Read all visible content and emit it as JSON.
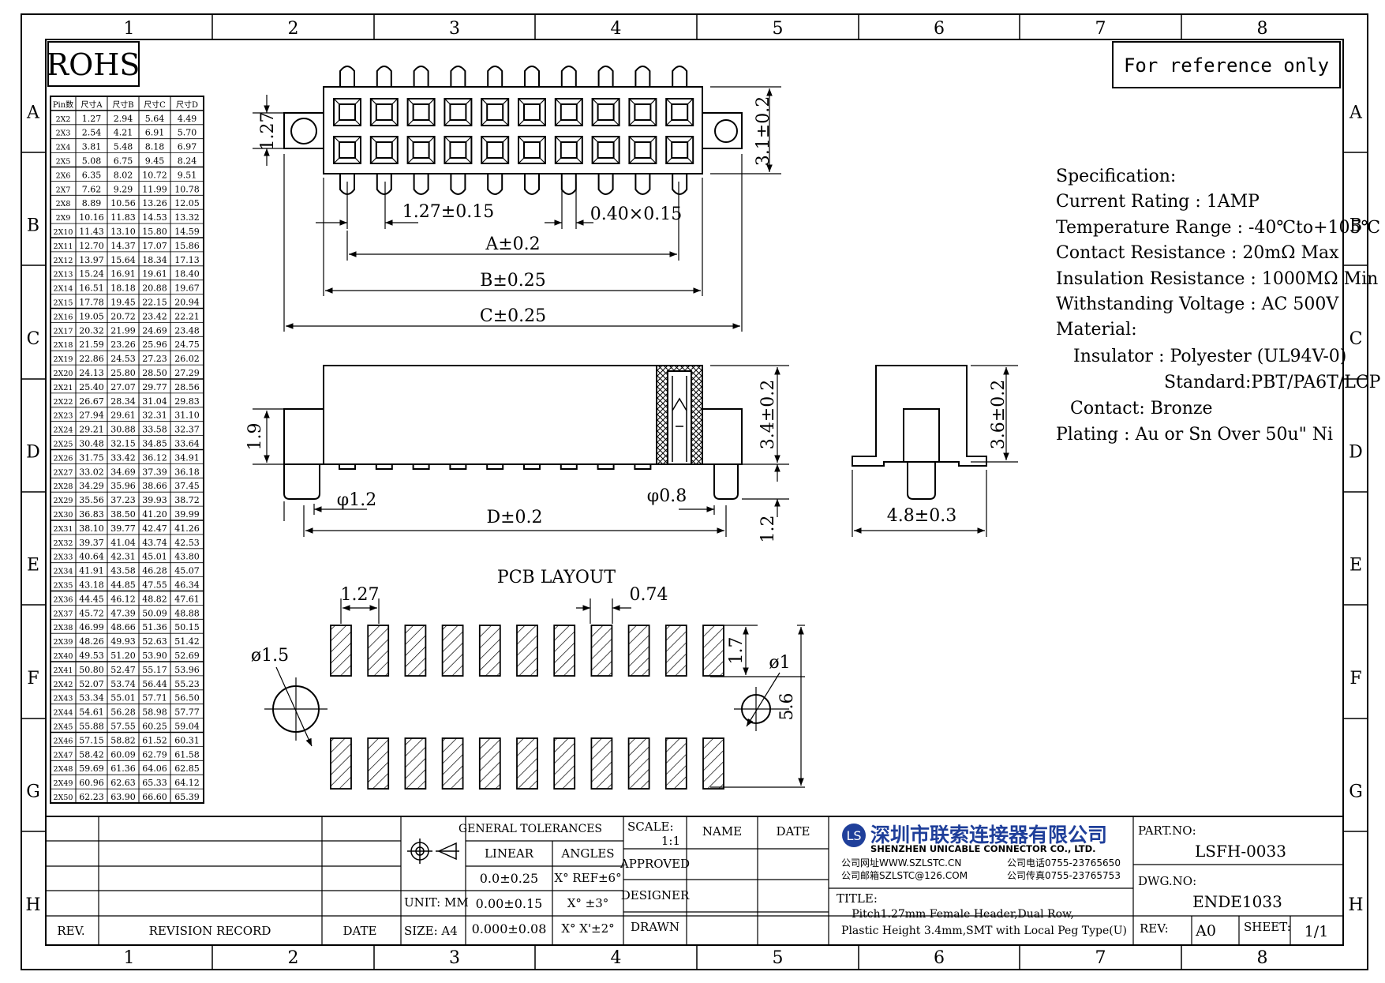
{
  "frame": {
    "columns": [
      "1",
      "2",
      "3",
      "4",
      "5",
      "6",
      "7",
      "8"
    ],
    "rows": [
      "A",
      "B",
      "C",
      "D",
      "E",
      "F",
      "G",
      "H"
    ]
  },
  "rohs": "ROHS",
  "reference_note": "For reference only",
  "pin_table": {
    "headers": [
      "Pin数",
      "尺寸A",
      "尺寸B",
      "尺寸C",
      "尺寸D"
    ],
    "rows": [
      [
        "2X2",
        "1.27",
        "2.94",
        "5.64",
        "4.49"
      ],
      [
        "2X3",
        "2.54",
        "4.21",
        "6.91",
        "5.70"
      ],
      [
        "2X4",
        "3.81",
        "5.48",
        "8.18",
        "6.97"
      ],
      [
        "2X5",
        "5.08",
        "6.75",
        "9.45",
        "8.24"
      ],
      [
        "2X6",
        "6.35",
        "8.02",
        "10.72",
        "9.51"
      ],
      [
        "2X7",
        "7.62",
        "9.29",
        "11.99",
        "10.78"
      ],
      [
        "2X8",
        "8.89",
        "10.56",
        "13.26",
        "12.05"
      ],
      [
        "2X9",
        "10.16",
        "11.83",
        "14.53",
        "13.32"
      ],
      [
        "2X10",
        "11.43",
        "13.10",
        "15.80",
        "14.59"
      ],
      [
        "2X11",
        "12.70",
        "14.37",
        "17.07",
        "15.86"
      ],
      [
        "2X12",
        "13.97",
        "15.64",
        "18.34",
        "17.13"
      ],
      [
        "2X13",
        "15.24",
        "16.91",
        "19.61",
        "18.40"
      ],
      [
        "2X14",
        "16.51",
        "18.18",
        "20.88",
        "19.67"
      ],
      [
        "2X15",
        "17.78",
        "19.45",
        "22.15",
        "20.94"
      ],
      [
        "2X16",
        "19.05",
        "20.72",
        "23.42",
        "22.21"
      ],
      [
        "2X17",
        "20.32",
        "21.99",
        "24.69",
        "23.48"
      ],
      [
        "2X18",
        "21.59",
        "23.26",
        "25.96",
        "24.75"
      ],
      [
        "2X19",
        "22.86",
        "24.53",
        "27.23",
        "26.02"
      ],
      [
        "2X20",
        "24.13",
        "25.80",
        "28.50",
        "27.29"
      ],
      [
        "2X21",
        "25.40",
        "27.07",
        "29.77",
        "28.56"
      ],
      [
        "2X22",
        "26.67",
        "28.34",
        "31.04",
        "29.83"
      ],
      [
        "2X23",
        "27.94",
        "29.61",
        "32.31",
        "31.10"
      ],
      [
        "2X24",
        "29.21",
        "30.88",
        "33.58",
        "32.37"
      ],
      [
        "2X25",
        "30.48",
        "32.15",
        "34.85",
        "33.64"
      ],
      [
        "2X26",
        "31.75",
        "33.42",
        "36.12",
        "34.91"
      ],
      [
        "2X27",
        "33.02",
        "34.69",
        "37.39",
        "36.18"
      ],
      [
        "2X28",
        "34.29",
        "35.96",
        "38.66",
        "37.45"
      ],
      [
        "2X29",
        "35.56",
        "37.23",
        "39.93",
        "38.72"
      ],
      [
        "2X30",
        "36.83",
        "38.50",
        "41.20",
        "39.99"
      ],
      [
        "2X31",
        "38.10",
        "39.77",
        "42.47",
        "41.26"
      ],
      [
        "2X32",
        "39.37",
        "41.04",
        "43.74",
        "42.53"
      ],
      [
        "2X33",
        "40.64",
        "42.31",
        "45.01",
        "43.80"
      ],
      [
        "2X34",
        "41.91",
        "43.58",
        "46.28",
        "45.07"
      ],
      [
        "2X35",
        "43.18",
        "44.85",
        "47.55",
        "46.34"
      ],
      [
        "2X36",
        "44.45",
        "46.12",
        "48.82",
        "47.61"
      ],
      [
        "2X37",
        "45.72",
        "47.39",
        "50.09",
        "48.88"
      ],
      [
        "2X38",
        "46.99",
        "48.66",
        "51.36",
        "50.15"
      ],
      [
        "2X39",
        "48.26",
        "49.93",
        "52.63",
        "51.42"
      ],
      [
        "2X40",
        "49.53",
        "51.20",
        "53.90",
        "52.69"
      ],
      [
        "2X41",
        "50.80",
        "52.47",
        "55.17",
        "53.96"
      ],
      [
        "2X42",
        "52.07",
        "53.74",
        "56.44",
        "55.23"
      ],
      [
        "2X43",
        "53.34",
        "55.01",
        "57.71",
        "56.50"
      ],
      [
        "2X44",
        "54.61",
        "56.28",
        "58.98",
        "57.77"
      ],
      [
        "2X45",
        "55.88",
        "57.55",
        "60.25",
        "59.04"
      ],
      [
        "2X46",
        "57.15",
        "58.82",
        "61.52",
        "60.31"
      ],
      [
        "2X47",
        "58.42",
        "60.09",
        "62.79",
        "61.58"
      ],
      [
        "2X48",
        "59.69",
        "61.36",
        "64.06",
        "62.85"
      ],
      [
        "2X49",
        "60.96",
        "62.63",
        "65.33",
        "64.12"
      ],
      [
        "2X50",
        "62.23",
        "63.90",
        "66.60",
        "65.39"
      ]
    ]
  },
  "dimensions": {
    "top_pitch_height": "1.27",
    "top_height": "3.1±0.2",
    "pitch": "1.27±0.15",
    "pin_width": "0.40×0.15",
    "a": "A±0.2",
    "b": "B±0.25",
    "c": "C±0.25",
    "side_peg": "1.9",
    "side_height": "3.4±0.2",
    "hole_a": "φ1.2",
    "hole_b": "φ0.8",
    "d": "D±0.2",
    "peg_length": "1.2",
    "end_height": "3.6±0.2",
    "end_width": "4.8±0.3",
    "pcb_title": "PCB LAYOUT",
    "pcb_pitch": "1.27",
    "pcb_pad_width": "0.74",
    "pcb_hole_large": "ø1.5",
    "pcb_pad_len": "1.7",
    "pcb_hole_small": "ø1",
    "pcb_row_span": "5.6"
  },
  "spec": {
    "lines": [
      "Specification:",
      "Current Rating : 1AMP",
      "Temperature Range : -40℃to+105℃",
      "Contact Resistance : 20mΩ Max",
      "Insulation Resistance : 1000MΩ Min",
      "Withstanding Voltage : AC 500V",
      "Material:",
      "Insulator : Polyester (UL94V-0)",
      "Standard:PBT/PA6T/LCP",
      "Contact: Bronze",
      "Plating : Au or Sn Over 50u\" Ni"
    ]
  },
  "title_block": {
    "rev_col": "REV.",
    "revision_record": "REVISION RECORD",
    "date_col": "DATE",
    "unit": "UNIT: MM",
    "size": "SIZE: A4",
    "general_tolerances": "GENERAL TOLERANCES",
    "linear": "LINEAR",
    "angles": "ANGLES",
    "tol1": "0.0±0.25",
    "tol2": "0.00±0.15",
    "tol3": "0.000±0.08",
    "ang1": "X° REF±6°",
    "ang2": "X° ±3°",
    "ang3": "X° X'±2°",
    "scale_label": "SCALE:",
    "scale_value": "1:1",
    "name": "NAME",
    "date": "DATE",
    "approved": "APPROVED",
    "designer": "DESIGNER",
    "drawn": "DRAWN",
    "company_cn": "深圳市联索连接器有限公司",
    "company_en": "SHENZHEN UNICABLE CONNECTOR CO., LTD.",
    "web": "公司网址WWW.SZLSTC.CN",
    "email": "公司邮箱SZLSTC@126.COM",
    "phone": "公司电话0755-23765650",
    "fax": "公司传真0755-23765753",
    "title_label": "TITLE:",
    "title_line1": "Pitch1.27mm Female Header,Dual Row,",
    "title_line2": "Plastic Height 3.4mm,SMT with Local Peg Type(U)",
    "part_no_label": "PART.NO:",
    "part_no": "LSFH-0033",
    "dwg_no_label": "DWG.NO:",
    "dwg_no": "ENDE1033",
    "rev_label": "REV:",
    "rev_value": "A0",
    "sheet_label": "SHEET:",
    "sheet_value": "1/1"
  },
  "colors": {
    "brand": "#1f3f9a",
    "line": "#000000"
  }
}
